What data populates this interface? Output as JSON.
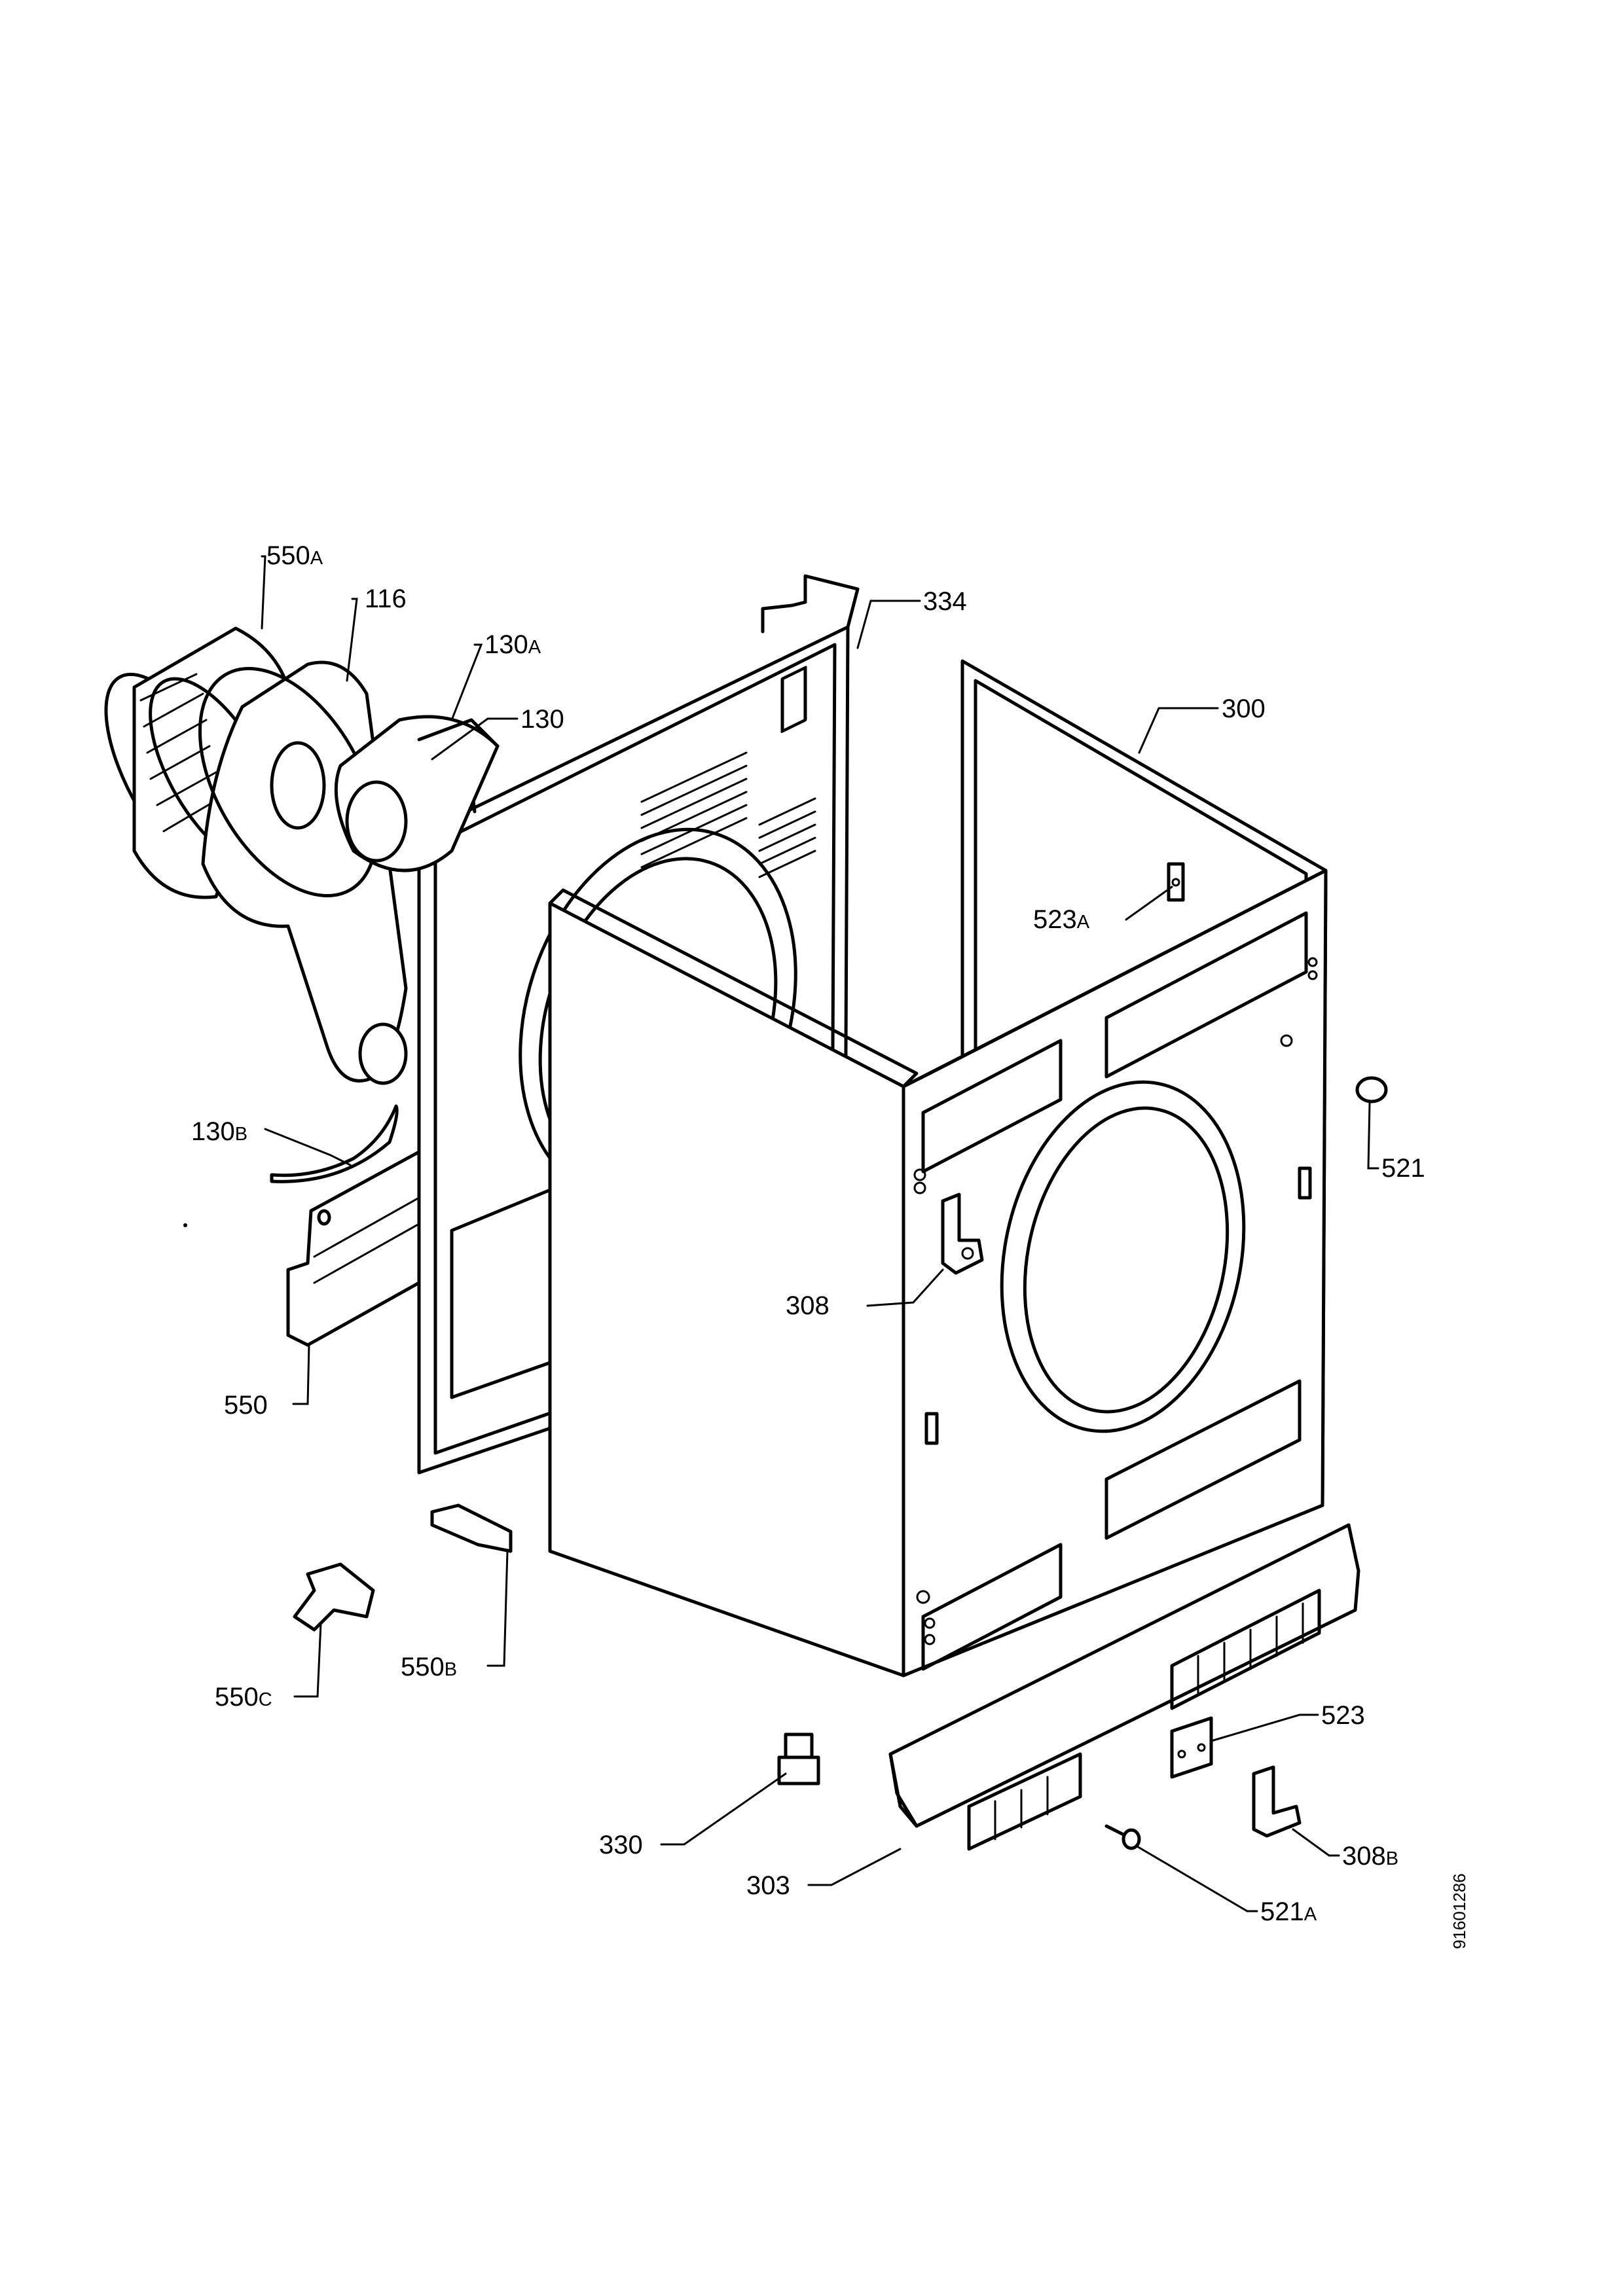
{
  "callouts": [
    {
      "id": "550a",
      "num": "550",
      "suffix": "A"
    },
    {
      "id": "116",
      "num": "116",
      "suffix": ""
    },
    {
      "id": "130a",
      "num": "130",
      "suffix": "A"
    },
    {
      "id": "130",
      "num": "130",
      "suffix": ""
    },
    {
      "id": "334",
      "num": "334",
      "suffix": ""
    },
    {
      "id": "300",
      "num": "300",
      "suffix": ""
    },
    {
      "id": "523a",
      "num": "523",
      "suffix": "A"
    },
    {
      "id": "521",
      "num": "521",
      "suffix": ""
    },
    {
      "id": "130b",
      "num": "130",
      "suffix": "B"
    },
    {
      "id": "308",
      "num": "308",
      "suffix": ""
    },
    {
      "id": "550",
      "num": "550",
      "suffix": ""
    },
    {
      "id": "550b",
      "num": "550",
      "suffix": "B"
    },
    {
      "id": "550c",
      "num": "550",
      "suffix": "C"
    },
    {
      "id": "523",
      "num": "523",
      "suffix": ""
    },
    {
      "id": "330",
      "num": "330",
      "suffix": ""
    },
    {
      "id": "308b",
      "num": "308",
      "suffix": "B"
    },
    {
      "id": "303",
      "num": "303",
      "suffix": ""
    },
    {
      "id": "521a",
      "num": "521",
      "suffix": "A"
    }
  ],
  "drawing_code": "91601286"
}
